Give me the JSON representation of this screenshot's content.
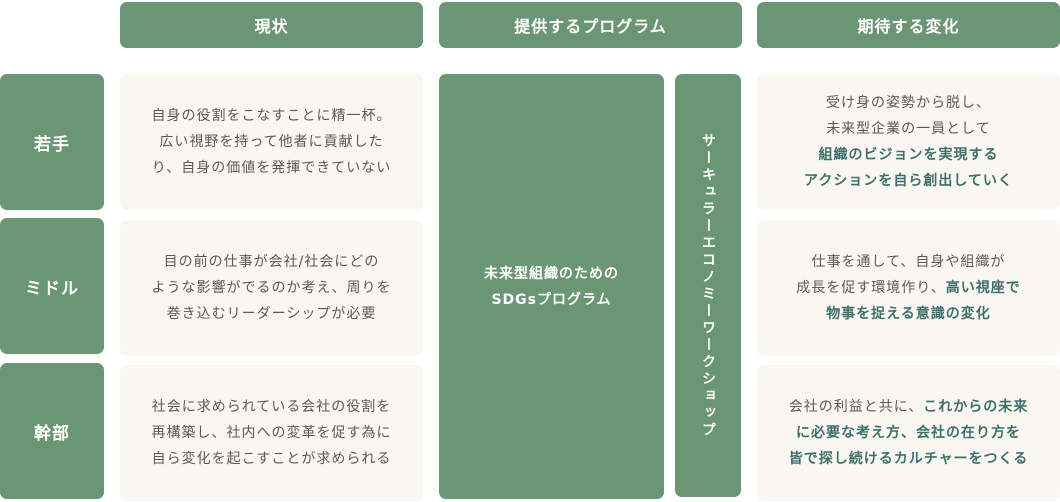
{
  "headers": {
    "current": "現状",
    "program": "提供するプログラム",
    "change": "期待する変化"
  },
  "rows": [
    {
      "label": "若手",
      "current": [
        "自身の役割をこなすことに精一杯。",
        "広い視野を持って他者に貢献した",
        "り、自身の価値を発揮できていない"
      ],
      "change": [
        {
          "text": "受け身の姿勢から脱し、",
          "highlight": ""
        },
        {
          "text": "未来型企業の一員として",
          "highlight": ""
        },
        {
          "text": "",
          "highlight": "組織のビジョンを実現する"
        },
        {
          "text": "",
          "highlight": "アクションを自ら創出していく"
        }
      ]
    },
    {
      "label": "ミドル",
      "current": [
        "目の前の仕事が会社/社会にどの",
        "ような影響がでるのか考え、周りを",
        "巻き込むリーダーシップが必要"
      ],
      "change": [
        {
          "text": "仕事を通して、自身や組織が",
          "highlight": ""
        },
        {
          "text": "成長を促す環境作り、",
          "highlight": "高い視座で"
        },
        {
          "text": "",
          "highlight": "物事を捉える意識の変化"
        }
      ]
    },
    {
      "label": "幹部",
      "current": [
        "社会に求められている会社の役割を",
        "再構築し、社内への変革を促す為に",
        "自ら変化を起こすことが求められる"
      ],
      "change": [
        {
          "text": "会社の利益と共に、",
          "highlight": "これからの未来"
        },
        {
          "text": "",
          "highlight": "に必要な考え方、会社の在り方を"
        },
        {
          "text": "",
          "highlight": "皆で探し続けるカルチャーをつくる"
        }
      ]
    }
  ],
  "program": [
    "未来型組織のための",
    "SDGsプログラム"
  ],
  "workshop": "サーキュラーエコノミーワークショップ",
  "colors": {
    "accent": "#6b9676",
    "cell_bg": "#faf6f2",
    "text": "#5a5a5a",
    "highlight": "#3f6f6c"
  }
}
